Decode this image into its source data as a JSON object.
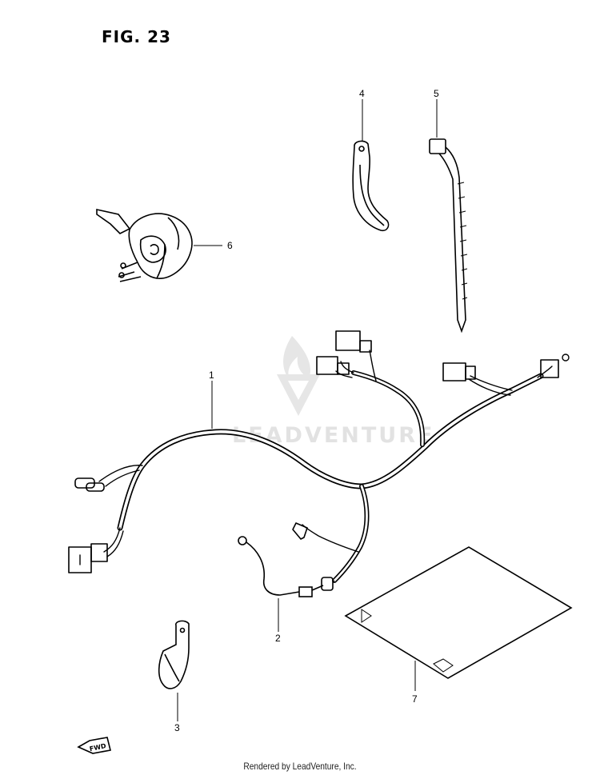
{
  "figure": {
    "title": "FIG. 23",
    "fwd_label": "FWD"
  },
  "watermark": {
    "text": "LEADVENTURE"
  },
  "callouts": [
    {
      "id": "1",
      "part": "wiring-harness"
    },
    {
      "id": "2",
      "part": "ground-lead-wire"
    },
    {
      "id": "3",
      "part": "wire-clamp"
    },
    {
      "id": "4",
      "part": "wire-clamp"
    },
    {
      "id": "5",
      "part": "cable-tie"
    },
    {
      "id": "6",
      "part": "horn"
    },
    {
      "id": "7",
      "part": "label-sheet"
    }
  ],
  "footer": {
    "text": "Rendered by LeadVenture, Inc."
  }
}
